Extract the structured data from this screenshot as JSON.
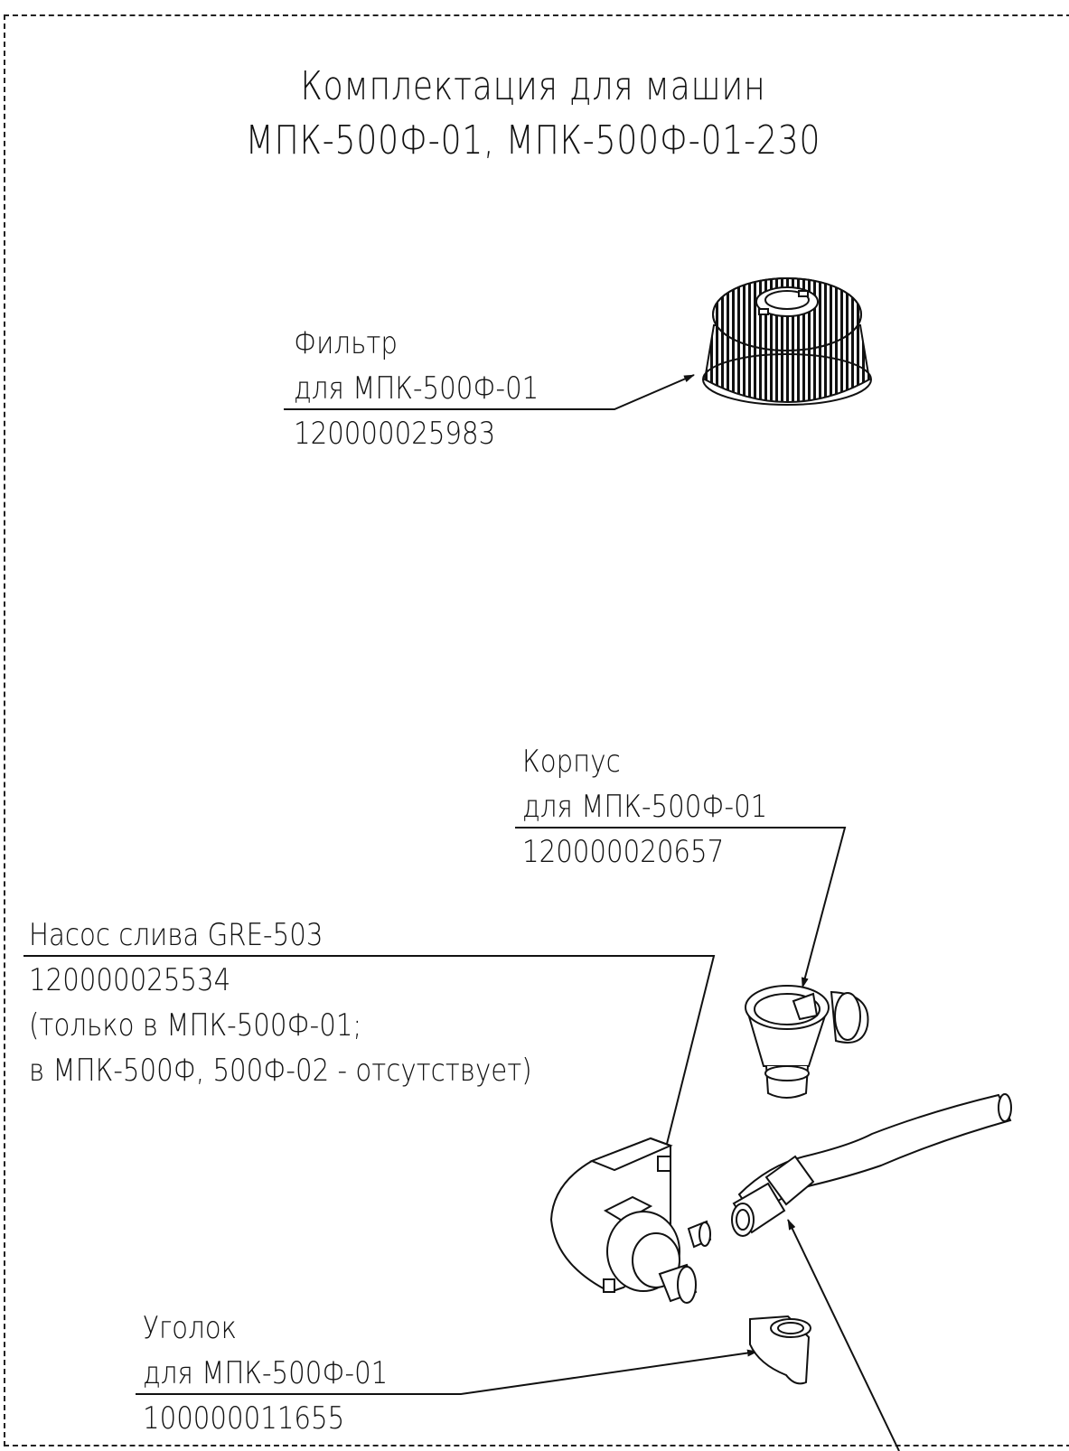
{
  "title": {
    "line1": "Комплектация для машин",
    "line2": "МПК-500Ф-01, МПК-500Ф-01-230"
  },
  "callouts": {
    "filter": {
      "name": "Фильтр",
      "model": "для МПК-500Ф-01",
      "code": "120000025983"
    },
    "housing": {
      "name": "Корпус",
      "model": "для МПК-500Ф-01",
      "code": "120000020657"
    },
    "pump": {
      "name": "Насос слива GRE-503",
      "code": "120000025534",
      "note1": "(только в МПК-500Ф-01;",
      "note2": "в МПК-500Ф, 500Ф-02 - отсутствует)"
    },
    "elbow": {
      "name": "Уголок",
      "model": "для МПК-500Ф-01",
      "code": "100000011655"
    }
  }
}
